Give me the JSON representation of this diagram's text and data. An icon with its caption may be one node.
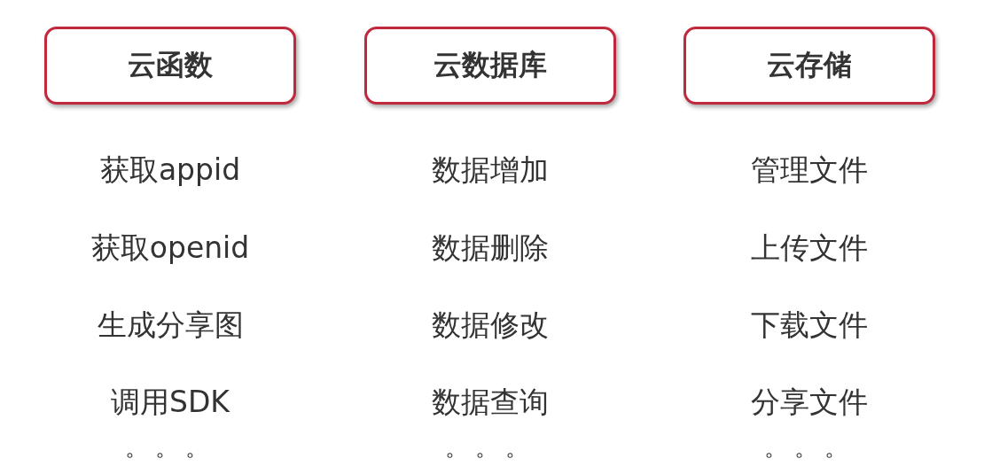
{
  "diagram": {
    "nodes": [
      {
        "text": [
          "云函数"
        ]
      },
      {
        "text": [
          "云数据库"
        ]
      },
      {
        "text": [
          "云存储"
        ]
      }
    ],
    "labels": [
      "获取appid",
      "数据增加",
      "管理文件",
      "获取openid",
      "数据删除",
      "上传文件",
      "生成分享图",
      "数据修改",
      "下载文件",
      "调用SDK",
      "数据查询",
      "分享文件",
      "。。。",
      "。。。",
      "。。。"
    ]
  }
}
